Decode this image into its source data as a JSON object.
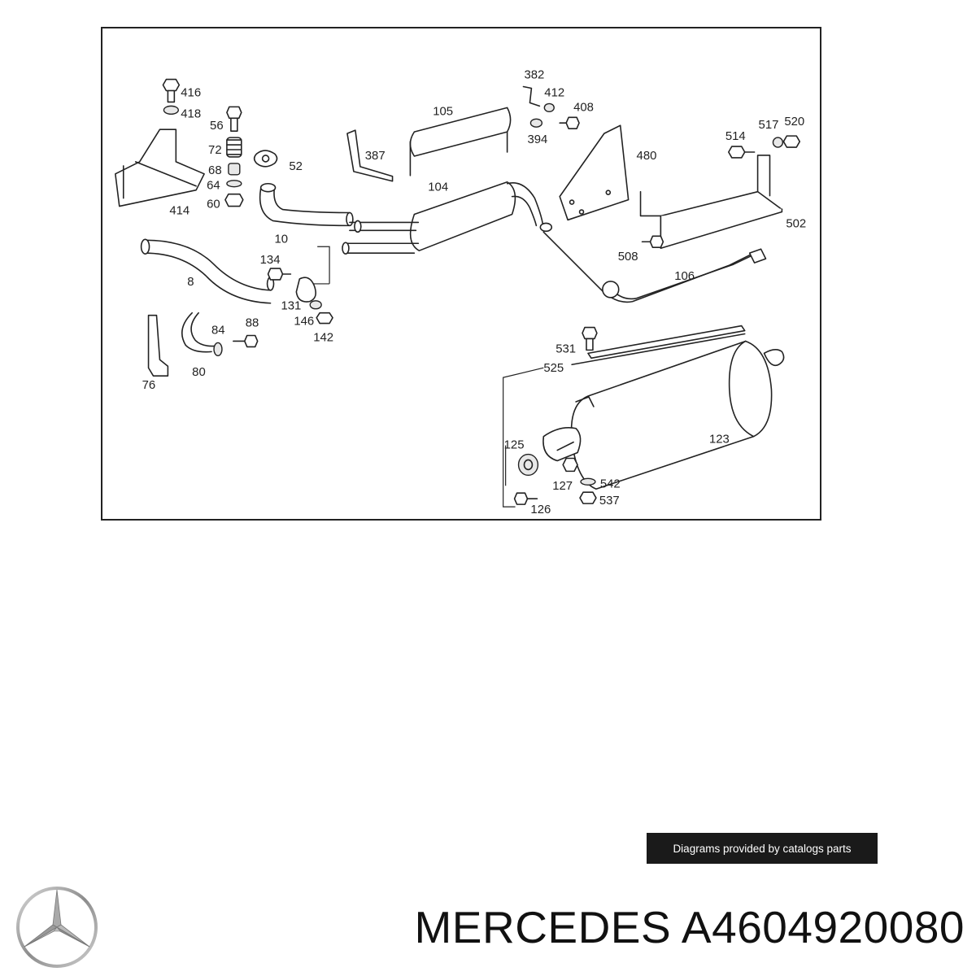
{
  "diagram": {
    "credit": "Diagrams provided by catalogs parts",
    "callouts": [
      {
        "id": "416",
        "text": "416"
      },
      {
        "id": "418",
        "text": "418"
      },
      {
        "id": "56",
        "text": "56"
      },
      {
        "id": "72",
        "text": "72"
      },
      {
        "id": "68",
        "text": "68"
      },
      {
        "id": "64",
        "text": "64"
      },
      {
        "id": "60",
        "text": "60"
      },
      {
        "id": "414",
        "text": "414"
      },
      {
        "id": "52",
        "text": "52"
      },
      {
        "id": "10",
        "text": "10"
      },
      {
        "id": "8",
        "text": "8"
      },
      {
        "id": "134",
        "text": "134"
      },
      {
        "id": "131",
        "text": "131"
      },
      {
        "id": "146",
        "text": "146"
      },
      {
        "id": "142",
        "text": "142"
      },
      {
        "id": "84",
        "text": "84"
      },
      {
        "id": "88",
        "text": "88"
      },
      {
        "id": "80",
        "text": "80"
      },
      {
        "id": "76",
        "text": "76"
      },
      {
        "id": "387",
        "text": "387"
      },
      {
        "id": "105",
        "text": "105"
      },
      {
        "id": "104",
        "text": "104"
      },
      {
        "id": "382",
        "text": "382"
      },
      {
        "id": "412",
        "text": "412"
      },
      {
        "id": "408",
        "text": "408"
      },
      {
        "id": "394",
        "text": "394"
      },
      {
        "id": "480",
        "text": "480"
      },
      {
        "id": "514",
        "text": "514"
      },
      {
        "id": "517",
        "text": "517"
      },
      {
        "id": "520",
        "text": "520"
      },
      {
        "id": "502",
        "text": "502"
      },
      {
        "id": "508",
        "text": "508"
      },
      {
        "id": "106",
        "text": "106"
      },
      {
        "id": "531",
        "text": "531"
      },
      {
        "id": "525",
        "text": "525"
      },
      {
        "id": "123",
        "text": "123"
      },
      {
        "id": "125",
        "text": "125"
      },
      {
        "id": "127",
        "text": "127"
      },
      {
        "id": "542",
        "text": "542"
      },
      {
        "id": "537",
        "text": "537"
      },
      {
        "id": "126",
        "text": "126"
      }
    ]
  },
  "footer": {
    "title": "MERCEDES A4604920080",
    "logo_icon": "mercedes-star-icon"
  }
}
